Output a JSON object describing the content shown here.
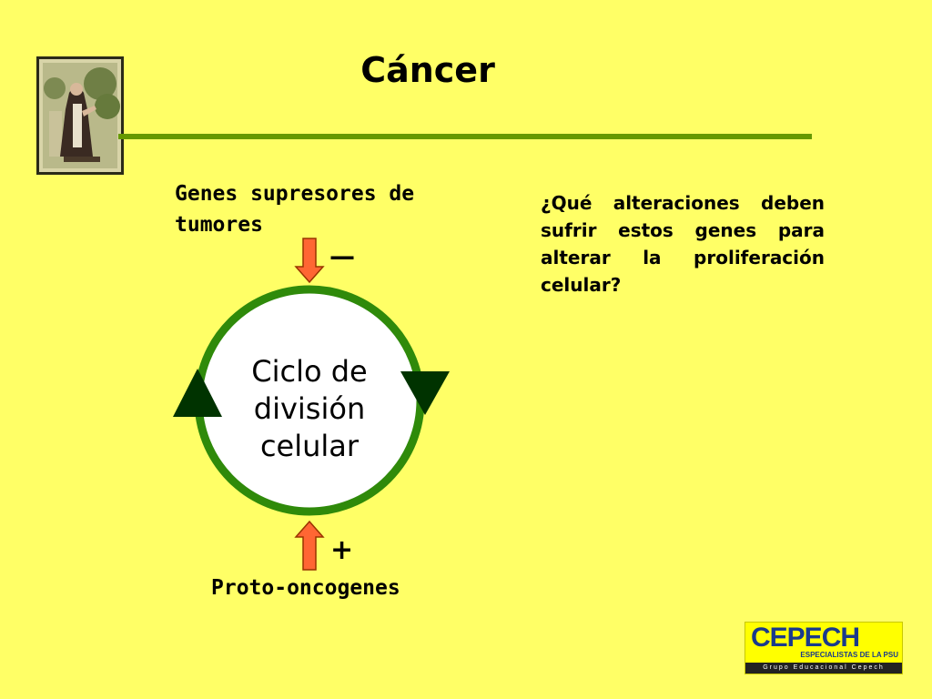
{
  "slide": {
    "title": "Cáncer",
    "tumor_suppressor_label": "Genes supresores de tumores",
    "minus_sign": "—",
    "plus_sign": "+",
    "proto_oncogenes_label": "Proto-oncogenes",
    "cycle_lines": [
      "Ciclo de",
      "división",
      "celular"
    ],
    "question": "¿Qué alteraciones deben sufrir estos genes para alterar la proliferación celular?"
  },
  "logo": {
    "brand": "CEPECH",
    "tagline": "ESPECIALISTAS DE LA PSU",
    "group": "Grupo Educacional Cepech"
  },
  "colors": {
    "background": "#ffff66",
    "rule": "#669900",
    "circle": "#2f8a0a",
    "cycle_arrowheads": "#003300",
    "regulator_arrows": "#ff6633"
  }
}
